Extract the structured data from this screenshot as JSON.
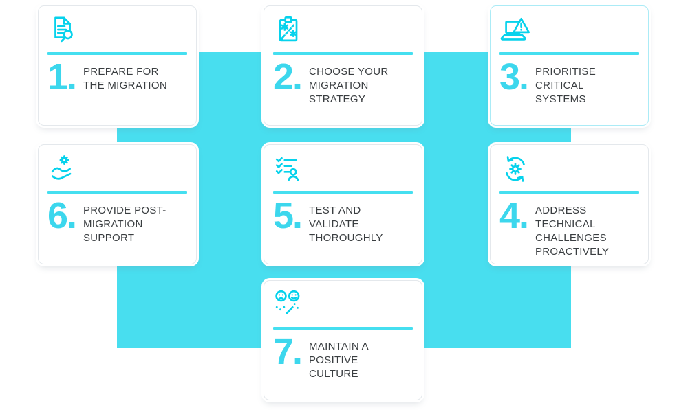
{
  "figure": {
    "type": "process-steps-infographic",
    "step_count": 7
  },
  "colors": {
    "background_shape": "#48DEEF",
    "icon_accent": "#06D2EC",
    "number_accent": "#3CD7ED",
    "separator": "#45DFF0",
    "title_text": "#3A3E41",
    "card_border": "#E4E8EC",
    "highlight_card_border": "#ABEBF6"
  },
  "steps": [
    {
      "number": "1.",
      "title": "PREPARE FOR THE MIGRATION",
      "icon": "document-search-icon"
    },
    {
      "number": "2.",
      "title": "CHOOSE YOUR MIGRATION STRATEGY",
      "icon": "strategy-clipboard-icon"
    },
    {
      "number": "3.",
      "title": "PRIORITISE CRITICAL SYSTEMS",
      "icon": "laptop-warning-icon"
    },
    {
      "number": "4.",
      "title": "ADDRESS TECHNICAL CHALLENGES PROACTIVELY",
      "icon": "gear-sync-icon"
    },
    {
      "number": "5.",
      "title": "TEST AND VALIDATE THOROUGHLY",
      "icon": "checklist-person-icon"
    },
    {
      "number": "6.",
      "title": "PROVIDE POST-MIGRATION SUPPORT",
      "icon": "hand-gear-icon"
    },
    {
      "number": "7.",
      "title": "MAINTAIN A POSITIVE CULTURE",
      "icon": "happy-faces-icon"
    }
  ]
}
